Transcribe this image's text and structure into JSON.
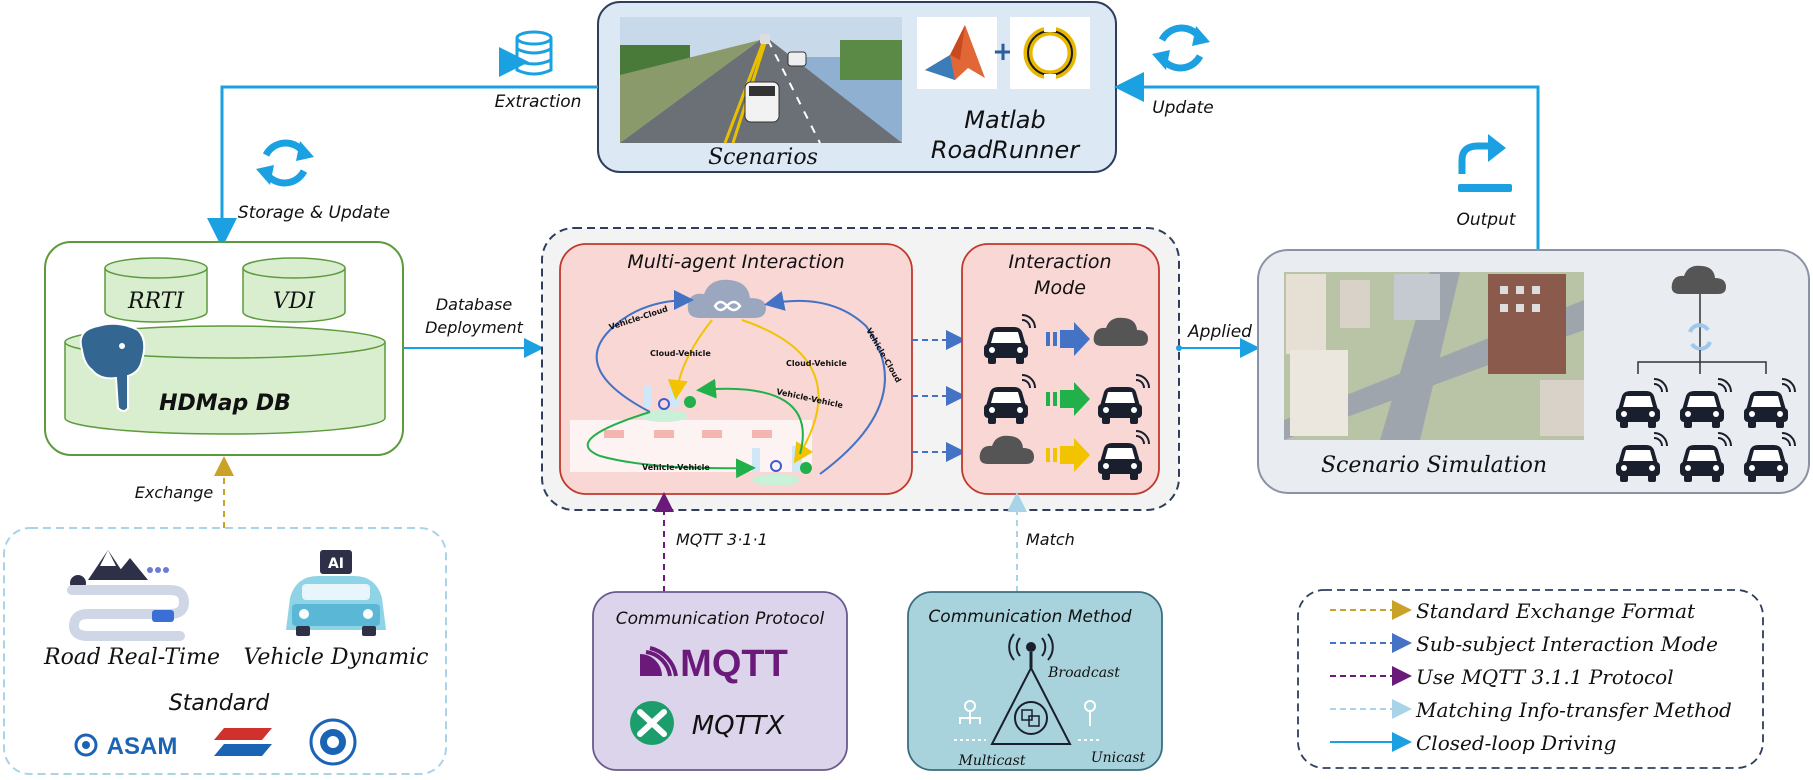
{
  "top": {
    "scenarios_caption": "Scenarios",
    "tool_title_line1": "Matlab",
    "tool_title_line2": "RoadRunner",
    "extraction_label": "Extraction",
    "update_label": "Update"
  },
  "left": {
    "storage_update_label": "Storage & Update",
    "db_labels": [
      "RRTI",
      "VDI"
    ],
    "db_main_label": "HDMap DB",
    "database_deployment_line1": "Database",
    "database_deployment_line2": "Deployment",
    "exchange_label": "Exchange"
  },
  "standard_box": {
    "road_label": "Road Real-Time",
    "vehicle_label": "Vehicle Dynamic",
    "ai_badge": "AI",
    "standard_title": "Standard",
    "logo_asam": "ASAM"
  },
  "center": {
    "multi_agent_title": "Multi-agent Interaction",
    "interaction_mode_line1": "Interaction",
    "interaction_mode_line2": "Mode",
    "edge_labels": {
      "vehicle_cloud_left": "Vehicle-Cloud",
      "cloud_vehicle_left": "Cloud-Vehicle",
      "cloud_vehicle_right": "Cloud-Vehicle",
      "vehicle_cloud_right": "Vehicle-Cloud",
      "vehicle_vehicle_top": "Vehicle-Vehicle",
      "vehicle_vehicle_bottom": "Vehicle-Vehicle"
    },
    "applied_label": "Applied",
    "mqtt_label": "MQTT 3·1·1",
    "match_label": "Match"
  },
  "protocol_box": {
    "title": "Communication Protocol",
    "mqtt_logo": "MQTT",
    "mqttx_logo": "MQTTX"
  },
  "method_box": {
    "title": "Communication Method",
    "broadcast": "Broadcast",
    "multicast": "Multicast",
    "unicast": "Unicast"
  },
  "right": {
    "output_label": "Output",
    "simulation_caption": "Scenario Simulation"
  },
  "legend": {
    "items": [
      {
        "label": "Standard Exchange Format",
        "color": "#C9A227",
        "style": "dashed"
      },
      {
        "label": "Sub-subject Interaction Mode",
        "color": "#4472C4",
        "style": "dashed"
      },
      {
        "label": "Use MQTT 3.1.1 Protocol",
        "color": "#6A1B7A",
        "style": "dashed"
      },
      {
        "label": "Matching Info-transfer Method",
        "color": "#A9D3E8",
        "style": "dashed"
      },
      {
        "label": "Closed-loop Driving",
        "color": "#1BA1E2",
        "style": "solid"
      }
    ]
  },
  "colors": {
    "flow_blue": "#1BA1E2",
    "db_green": "#D9EDCF",
    "db_border": "#5C9A3C",
    "pink_panel": "#F8D7D5",
    "pink_border": "#C0392B",
    "protocol_bg": "#DCD4EA",
    "method_bg": "#A8D3DC",
    "mqtt_purple": "#6A1B7A",
    "mqttx_green": "#1B9E6B",
    "arrow_blue": "#4472C4",
    "arrow_green": "#22B04B",
    "arrow_yellow": "#F2C400"
  }
}
